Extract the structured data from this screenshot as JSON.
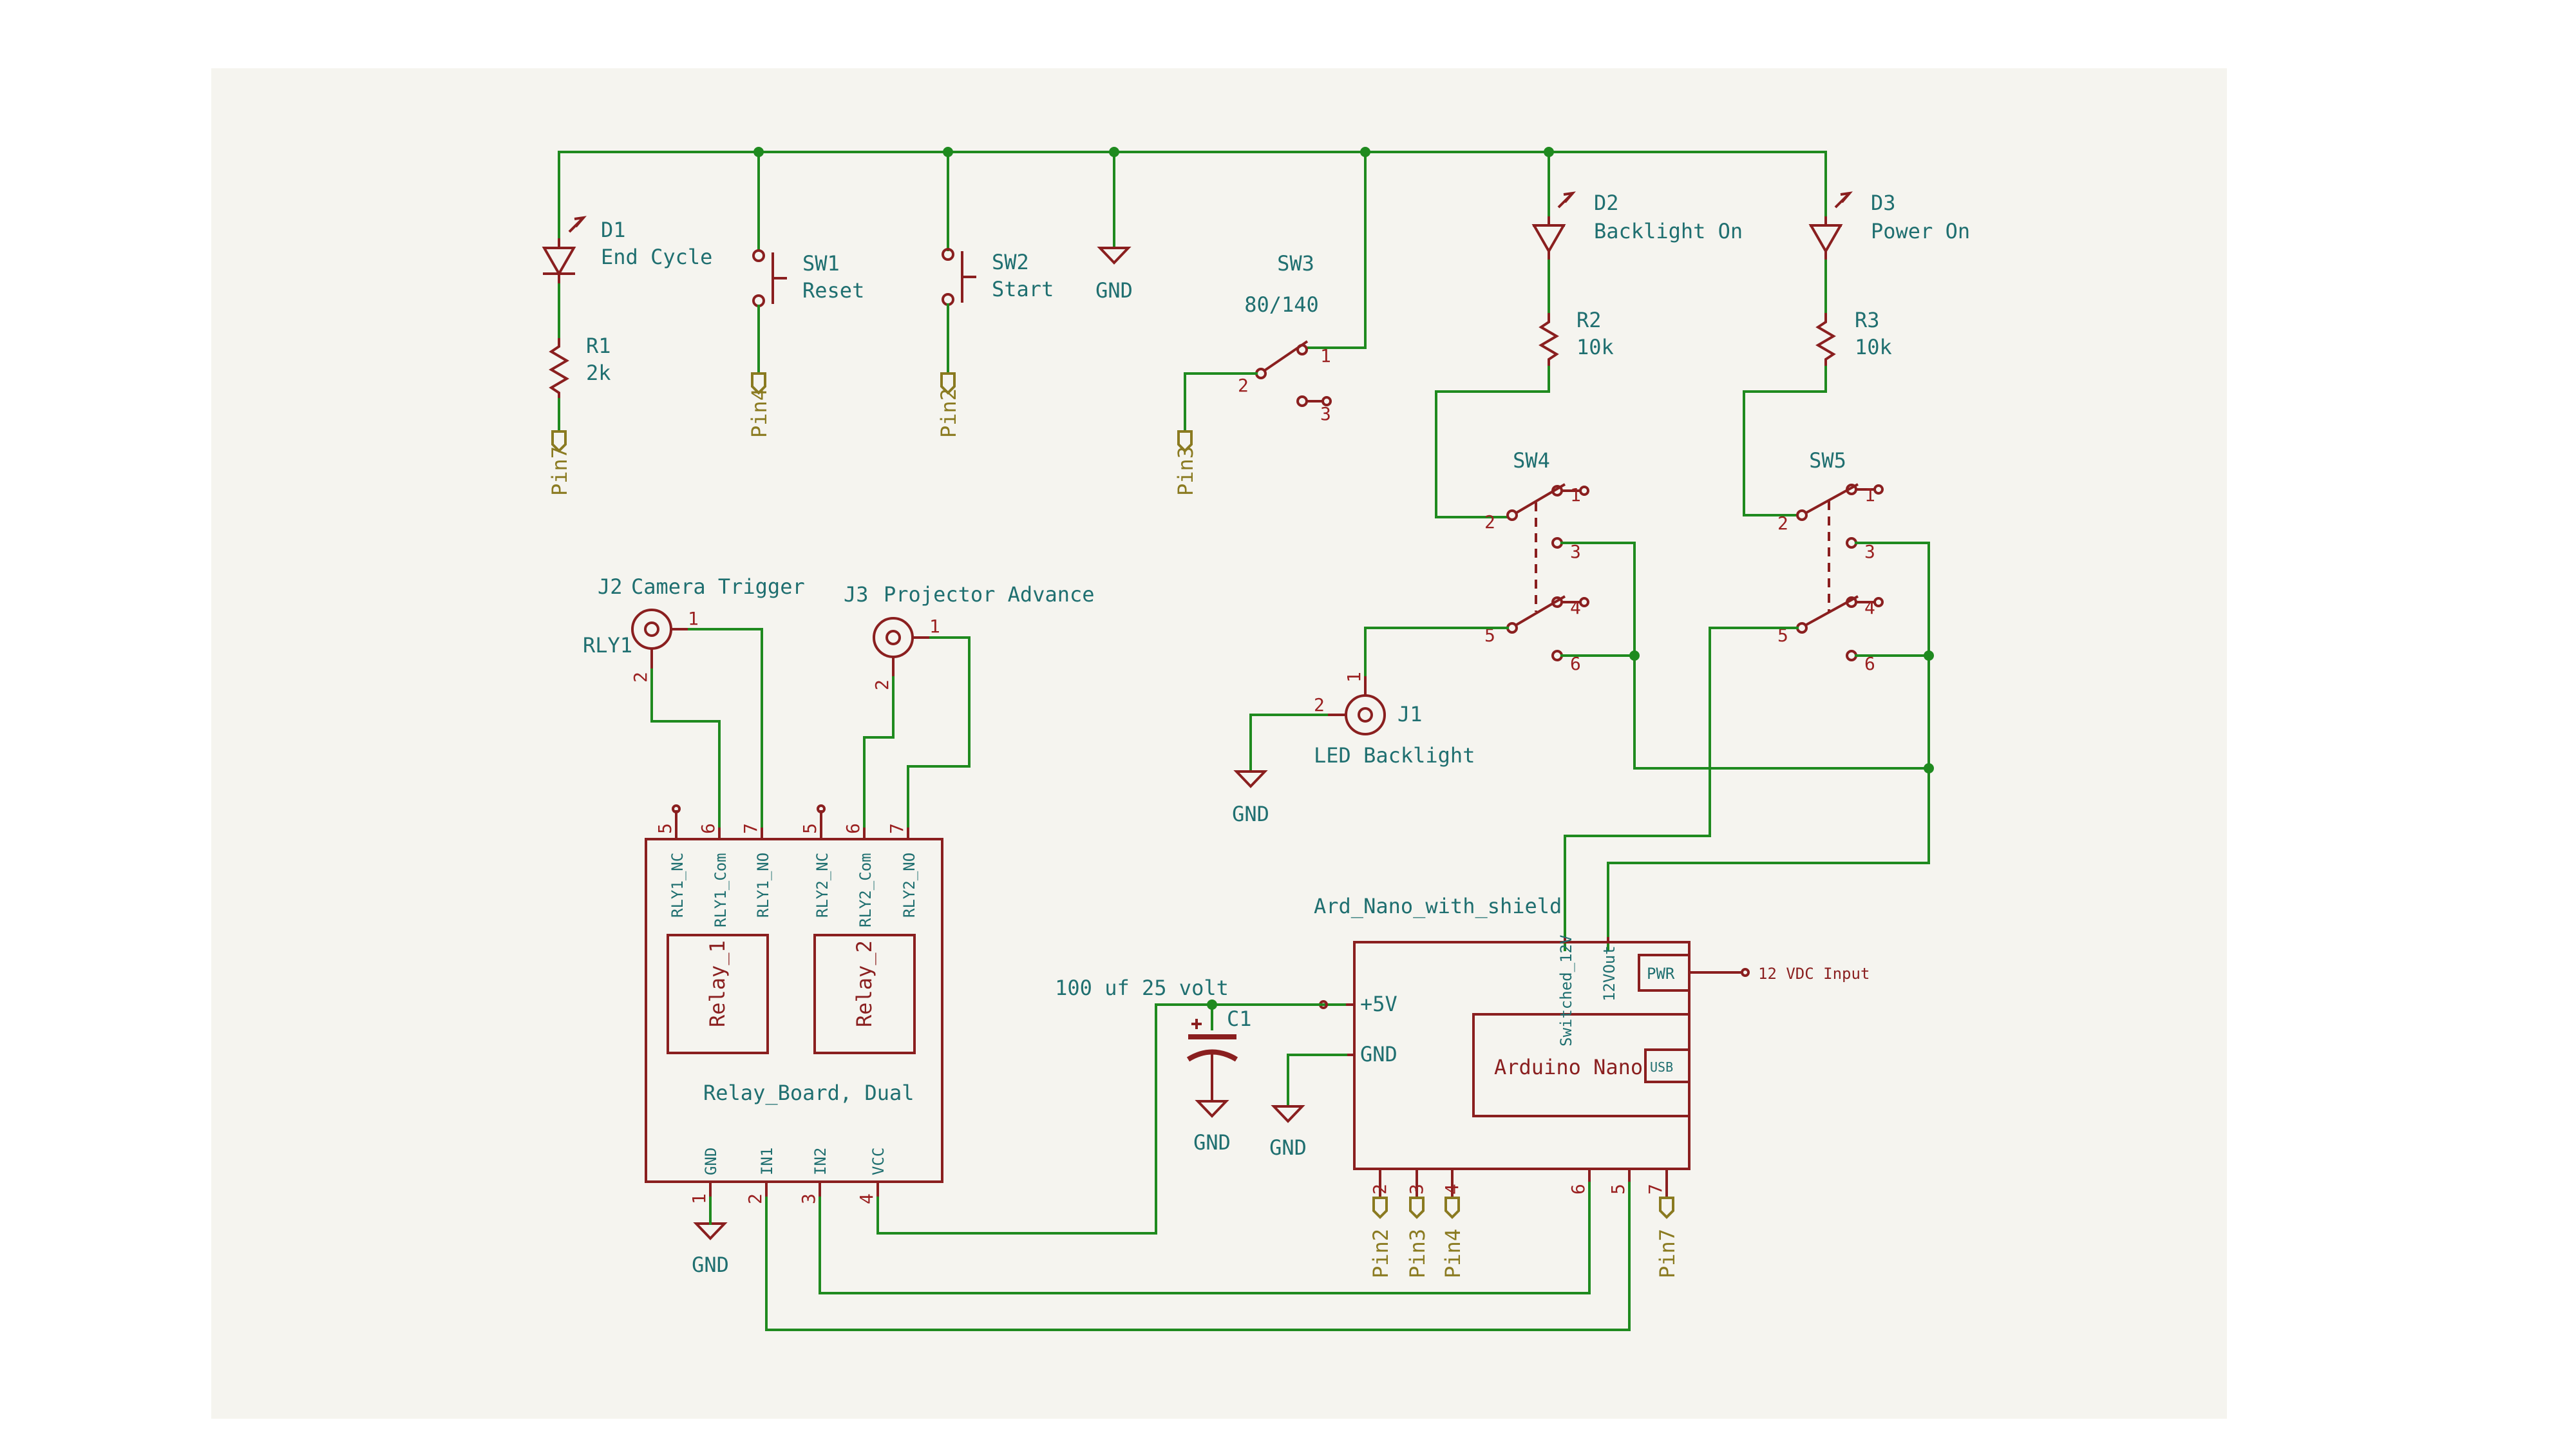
{
  "components": {
    "d1": {
      "ref": "D1",
      "value": "End Cycle"
    },
    "d2": {
      "ref": "D2",
      "value": "Backlight On"
    },
    "d3": {
      "ref": "D3",
      "value": "Power On"
    },
    "r1": {
      "ref": "R1",
      "value": "2k"
    },
    "r2": {
      "ref": "R2",
      "value": "10k"
    },
    "r3": {
      "ref": "R3",
      "value": "10k"
    },
    "sw1": {
      "ref": "SW1",
      "value": "Reset"
    },
    "sw2": {
      "ref": "SW2",
      "value": "Start"
    },
    "sw3": {
      "ref": "SW3",
      "value": "80/140"
    },
    "sw4": {
      "ref": "SW4"
    },
    "sw5": {
      "ref": "SW5"
    },
    "j1": {
      "ref": "J1",
      "value": "LED Backlight"
    },
    "j2": {
      "ref": "J2",
      "value": "Camera Trigger",
      "extra": "RLY1"
    },
    "j3": {
      "ref": "J3",
      "value": "Projector Advance"
    },
    "c1": {
      "ref": "C1",
      "value": "100 uf 25 volt"
    },
    "relay_board": {
      "name": "Relay_Board, Dual",
      "inner1": "Relay_1",
      "inner2": "Relay_2",
      "top_pins": [
        "RLY1_NC",
        "RLY1_Com",
        "RLY1_NO",
        "RLY2_NC",
        "RLY2_Com",
        "RLY2_NO"
      ],
      "top_nums": [
        "5",
        "6",
        "7",
        "5",
        "6",
        "7"
      ],
      "bottom_pins": [
        "GND",
        "IN1",
        "IN2",
        "VCC"
      ],
      "bottom_nums": [
        "1",
        "2",
        "3",
        "4"
      ]
    },
    "arduino": {
      "name": "Ard_Nano_with_shield",
      "inner": "Arduino Nano",
      "usb": "USB",
      "pwr": "PWR",
      "pin_5v": "+5V",
      "pin_gnd": "GND",
      "pin_sw12": "Switched_12V",
      "pin_12vout": "12VOut",
      "bottom_nums": [
        "2",
        "3",
        "4",
        "6",
        "5",
        "7"
      ],
      "pwr_label": "12 VDC Input"
    }
  },
  "pin_numbers": {
    "one": "1",
    "two": "2",
    "three": "3",
    "four": "4",
    "five": "5",
    "six": "6"
  },
  "net_labels": {
    "pin7": "Pin7",
    "pin4": "Pin4",
    "pin2": "Pin2",
    "pin3": "Pin3"
  },
  "gnd_label": "GND"
}
